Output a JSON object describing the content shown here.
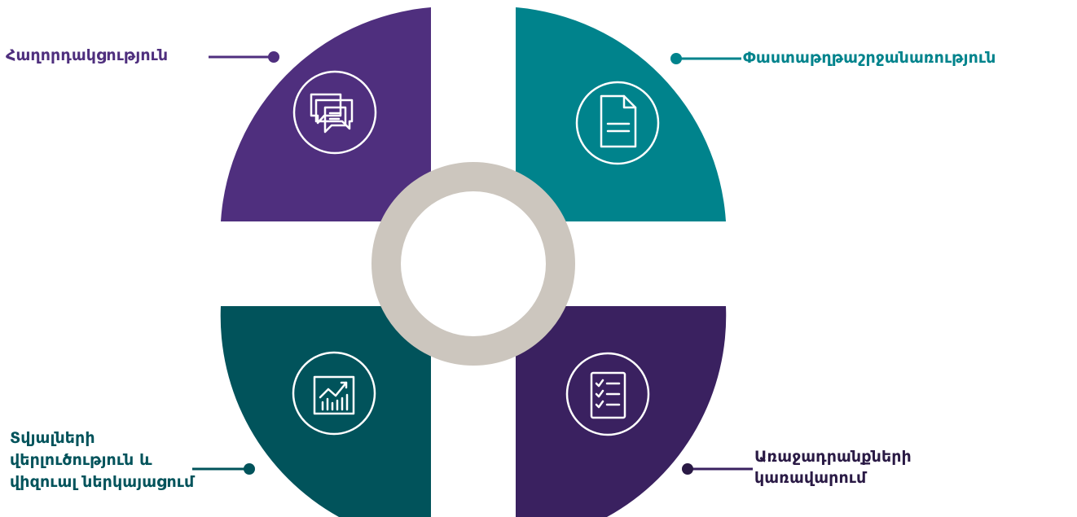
{
  "colors": {
    "top_left": "#4F2F7E",
    "top_right": "#00838C",
    "bottom_left": "#01535B",
    "bottom_right": "#3A2160",
    "center_ring": "#CCC6BE",
    "icon_stroke": "#FFFFFF",
    "slider_icon": "#FFFFFF"
  },
  "quadrants": {
    "top_left": {
      "label": "Հաղորդակցություն",
      "icon": "chat-bubbles-icon"
    },
    "top_right": {
      "label": "Փաստաթղթաշրջանառություն",
      "icon": "document-icon"
    },
    "bottom_left": {
      "label_lines": [
        "Տվյալների",
        "վերլուծություն և",
        "վիզուալ ներկայացում"
      ],
      "icon": "chart-icon"
    },
    "bottom_right": {
      "label_lines": [
        "Առաջադրանքների",
        "կառավարում"
      ],
      "icon": "checklist-icon"
    }
  },
  "center": {
    "icon": "sliders-icon"
  }
}
